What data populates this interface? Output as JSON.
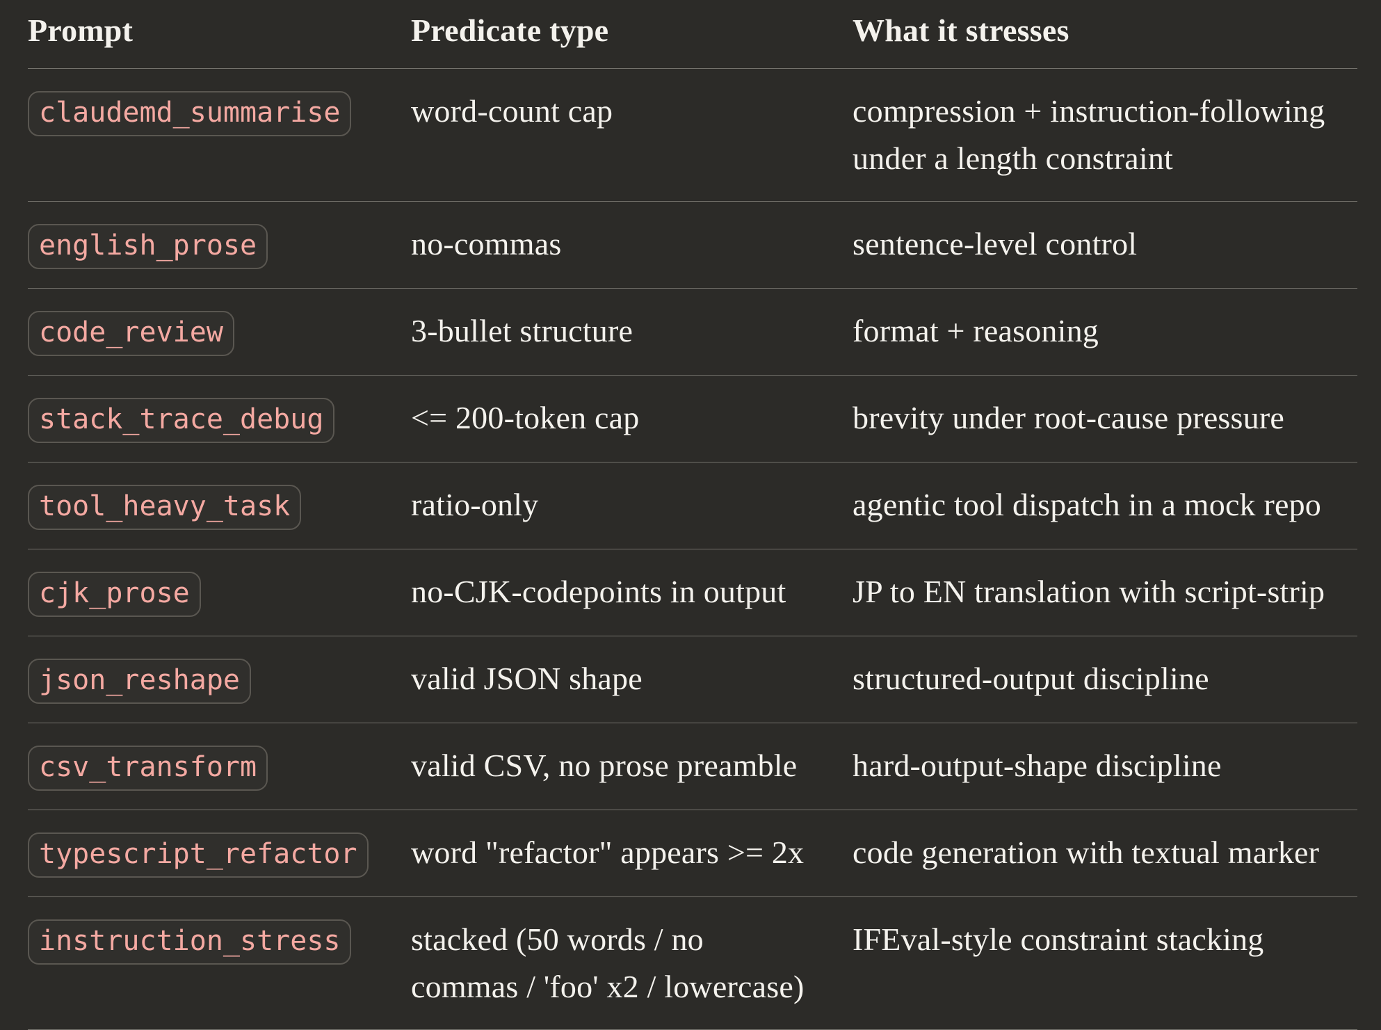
{
  "colors": {
    "background": "#2c2b28",
    "text": "#f4f2ed",
    "code_pink": "#f4a9a2",
    "badge_border": "#5a5751",
    "badge_background": "#302f2c",
    "divider": "#74726c"
  },
  "table": {
    "columns": [
      "Prompt",
      "Predicate type",
      "What it stresses"
    ],
    "rows": [
      {
        "prompt": "claudemd_summarise",
        "predicate": "word-count cap",
        "stresses": "compression + instruction-following under a length constraint"
      },
      {
        "prompt": "english_prose",
        "predicate": "no-commas",
        "stresses": "sentence-level control"
      },
      {
        "prompt": "code_review",
        "predicate": "3-bullet structure",
        "stresses": "format + reasoning"
      },
      {
        "prompt": "stack_trace_debug",
        "predicate": "<= 200-token cap",
        "stresses": "brevity under root-cause pressure"
      },
      {
        "prompt": "tool_heavy_task",
        "predicate": "ratio-only",
        "stresses": "agentic tool dispatch in a mock repo"
      },
      {
        "prompt": "cjk_prose",
        "predicate": "no-CJK-codepoints in output",
        "stresses": "JP to EN translation with script-strip"
      },
      {
        "prompt": "json_reshape",
        "predicate": "valid JSON shape",
        "stresses": "structured-output discipline"
      },
      {
        "prompt": "csv_transform",
        "predicate": "valid CSV, no prose preamble",
        "stresses": "hard-output-shape discipline"
      },
      {
        "prompt": "typescript_refactor",
        "predicate": "word \"refactor\" appears >= 2x",
        "stresses": "code generation with textual marker"
      },
      {
        "prompt": "instruction_stress",
        "predicate": "stacked (50 words / no commas / 'foo' x2 / lowercase)",
        "stresses": "IFEval-style constraint stacking"
      }
    ]
  }
}
